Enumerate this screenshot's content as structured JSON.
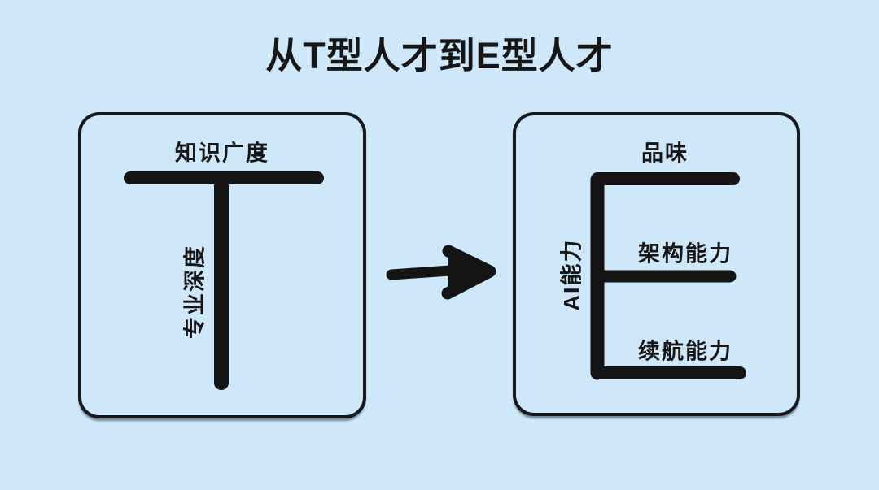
{
  "title": "从T型人才到E型人才",
  "colors": {
    "background": "#cee8fa",
    "ink": "#161616"
  },
  "t_box": {
    "letter": "T",
    "top_label": "知识广度",
    "side_label": "专业深度"
  },
  "e_box": {
    "letter": "E",
    "top_label": "品味",
    "middle_label": "架构能力",
    "bottom_label": "续航能力",
    "side_label": "AI能力"
  },
  "arrow": {
    "icon": "right-arrow-icon"
  }
}
